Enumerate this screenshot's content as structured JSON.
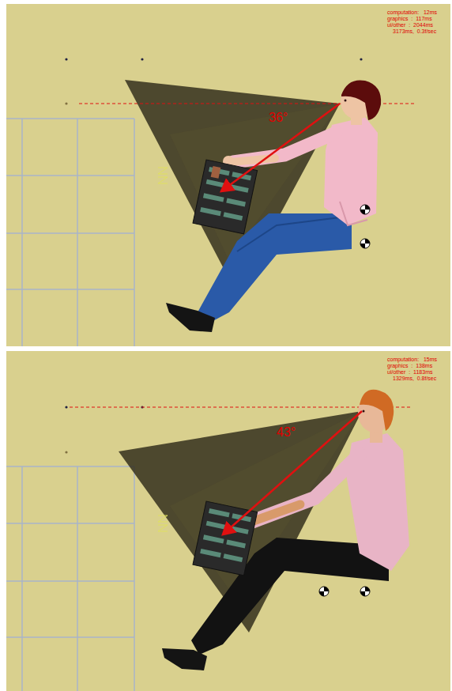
{
  "diagram": {
    "labels": [
      "computation:   12ms",
      "graphics  :  117ms",
      "ui/other  :  2044ms",
      "3173ms,  0.3f/sec",
      "36°",
      "computation:   15ms",
      "graphics  :  138ms",
      "ui/other  :  1183ms",
      "1329ms,  0.8f/sec",
      "43°"
    ]
  }
}
